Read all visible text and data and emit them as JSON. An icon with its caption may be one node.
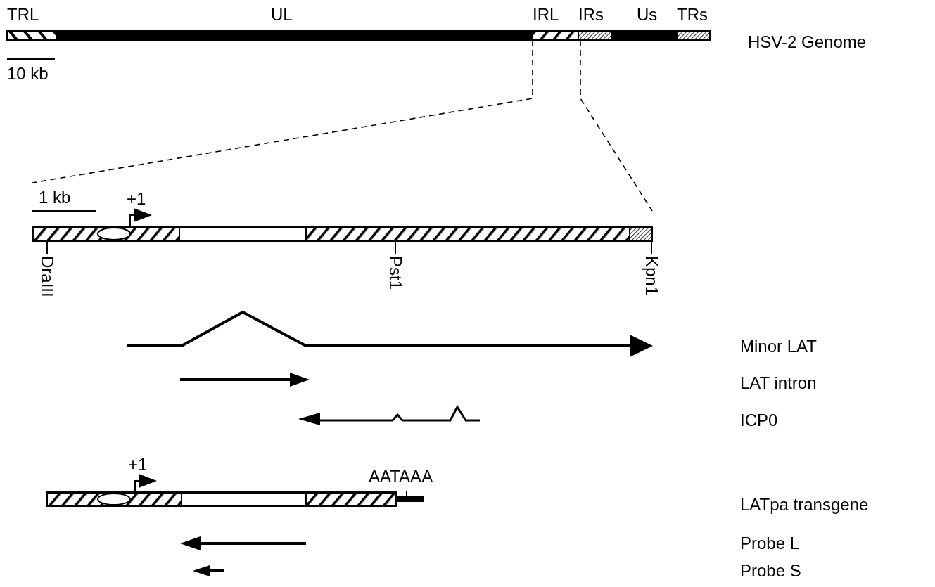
{
  "diagram": {
    "nodes": [
      {
        "text": [],
        "shape": "bar"
      },
      {
        "text": [],
        "shape": "bar"
      },
      {
        "text": [],
        "shape": "bar"
      }
    ],
    "edges": [
      {
        "from": 0,
        "to": 1,
        "arrow": "none",
        "style": "dashed"
      },
      {
        "from": 0,
        "to": 1,
        "arrow": "none",
        "style": "dashed"
      }
    ],
    "labels": [
      "TRL",
      "UL",
      "IRL",
      "IRs",
      "Us",
      "TRs",
      "HSV-2 Genome",
      "10 kb",
      "1 kb",
      "+1",
      "DraIII",
      "Pst1",
      "Kpn1",
      "Minor LAT",
      "LAT intron",
      "ICP0",
      "+1",
      "AATAAA",
      "LATpa transgene",
      "Probe L",
      "Probe S"
    ]
  }
}
